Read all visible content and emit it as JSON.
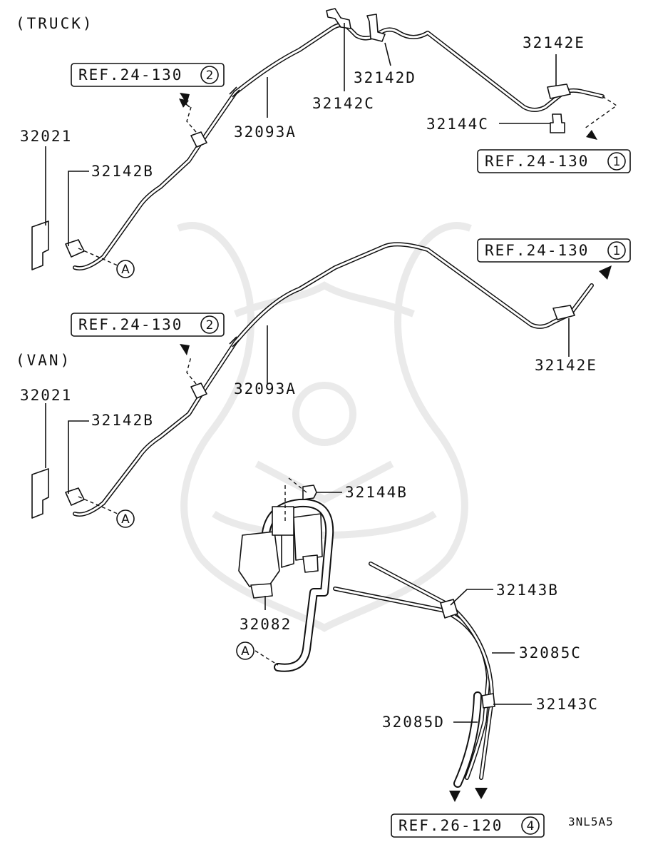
{
  "sections": {
    "truck": "(TRUCK)",
    "van": "(VAN)"
  },
  "refs": {
    "truck_ref2": {
      "text": "REF.24-130",
      "num": "2"
    },
    "truck_ref1": {
      "text": "REF.24-130",
      "num": "1"
    },
    "van_ref1": {
      "text": "REF.24-130",
      "num": "1"
    },
    "van_ref2": {
      "text": "REF.24-130",
      "num": "2"
    },
    "bottom_ref4": {
      "text": "REF.26-120",
      "num": "4"
    }
  },
  "truck_labels": {
    "p32142E": "32142E",
    "p32142D": "32142D",
    "p32142C": "32142C",
    "p32144C": "32144C",
    "p32093A": "32093A",
    "p32021": "32021",
    "p32142B": "32142B",
    "marker_a": "A"
  },
  "van_labels": {
    "p32142E": "32142E",
    "p32093A": "32093A",
    "p32021": "32021",
    "p32142B": "32142B",
    "marker_a": "A"
  },
  "lower_labels": {
    "p32144B": "32144B",
    "p32082": "32082",
    "p32143B": "32143B",
    "p32085C": "32085C",
    "p32143C": "32143C",
    "p32085D": "32085D",
    "marker_a": "A"
  },
  "diagram_code": "3NL5A5"
}
